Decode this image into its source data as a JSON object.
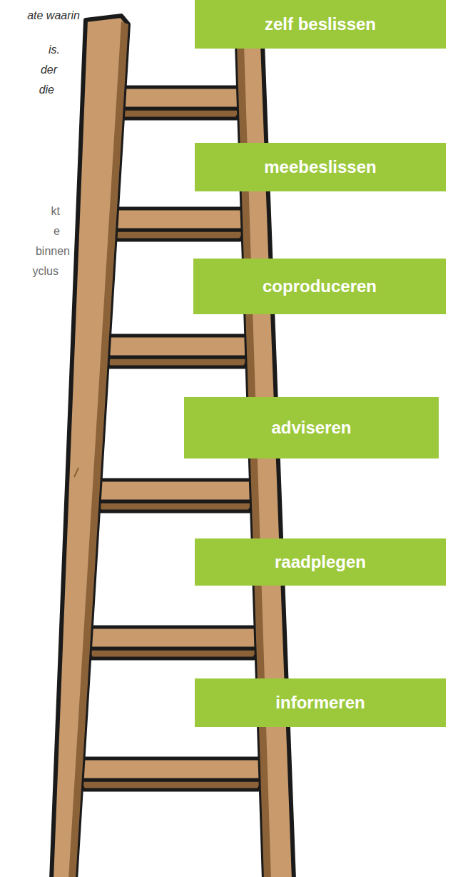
{
  "diagram": {
    "nodes": [
      {
        "text": [
          "zelf beslissen"
        ]
      },
      {
        "text": [
          "meebeslissen"
        ]
      },
      {
        "text": [
          "coproduceren"
        ]
      },
      {
        "text": [
          "adviseren"
        ]
      },
      {
        "text": [
          "raadplegen"
        ]
      },
      {
        "text": [
          "informeren"
        ]
      }
    ],
    "labels": [
      "ate waarin",
      "is.",
      "der",
      "die",
      "kt",
      "e",
      "binnen",
      "yclus"
    ]
  }
}
